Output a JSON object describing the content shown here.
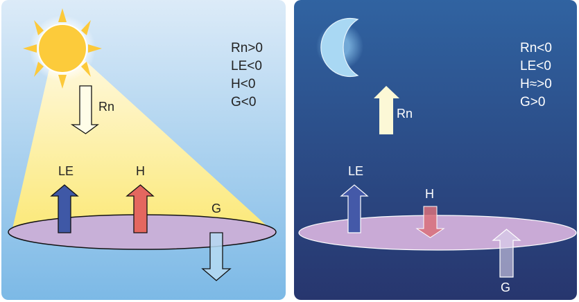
{
  "day": {
    "arrow_labels": {
      "rn": "Rn",
      "le": "LE",
      "h": "H",
      "g": "G"
    },
    "conditions": [
      "Rn>0",
      "LE<0",
      "H<0",
      "G<0"
    ]
  },
  "night": {
    "arrow_labels": {
      "rn": "Rn",
      "le": "LE",
      "h": "H",
      "g": "G"
    },
    "conditions": [
      "Rn<0",
      "LE<0",
      "H≈>0",
      "G>0"
    ]
  },
  "colors": {
    "le": "#3f58a6",
    "h_day": "#e4675f",
    "surface": "#c8b0d8",
    "sun": "#fccb3b"
  }
}
